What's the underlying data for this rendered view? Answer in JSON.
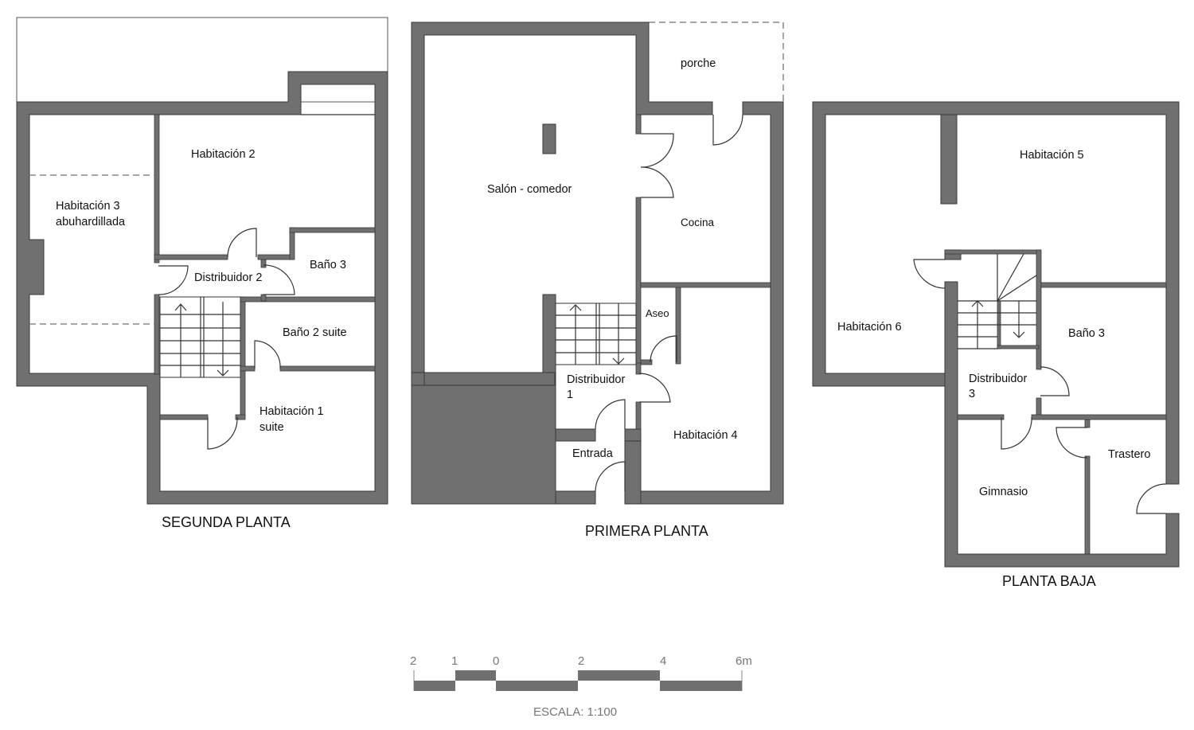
{
  "floors": {
    "segunda": {
      "title": "SEGUNDA PLANTA",
      "rooms": {
        "hab3_line1": "Habitación 3",
        "hab3_line2": "abuhardillada",
        "hab2": "Habitación 2",
        "bano3": "Baño 3",
        "dist2": "Distribuidor 2",
        "bano2": "Baño 2 suite",
        "hab1_line1": "Habitación 1",
        "hab1_line2": "suite"
      }
    },
    "primera": {
      "title": "PRIMERA PLANTA",
      "rooms": {
        "porche": "porche",
        "salon": "Salón - comedor",
        "cocina": "Cocina",
        "aseo": "Aseo",
        "dist1_line1": "Distribuidor",
        "dist1_line2": "1",
        "entrada": "Entrada",
        "hab4": "Habitación 4"
      }
    },
    "baja": {
      "title": "PLANTA BAJA",
      "rooms": {
        "hab5": "Habitación 5",
        "hab6": "Habitación 6",
        "bano3": "Baño 3",
        "dist3_line1": "Distribuidor",
        "dist3_line2": "3",
        "gimnasio": "Gimnasio",
        "trastero": "Trastero"
      }
    }
  },
  "scale": {
    "ticks": [
      "2",
      "1",
      "0",
      "2",
      "4",
      "6m"
    ],
    "label": "ESCALA: 1:100"
  },
  "colors": {
    "wall": "#707070",
    "wall_outline": "#3a3a3a",
    "background": "#ffffff",
    "text": "#111111",
    "scale_text": "#777777"
  }
}
